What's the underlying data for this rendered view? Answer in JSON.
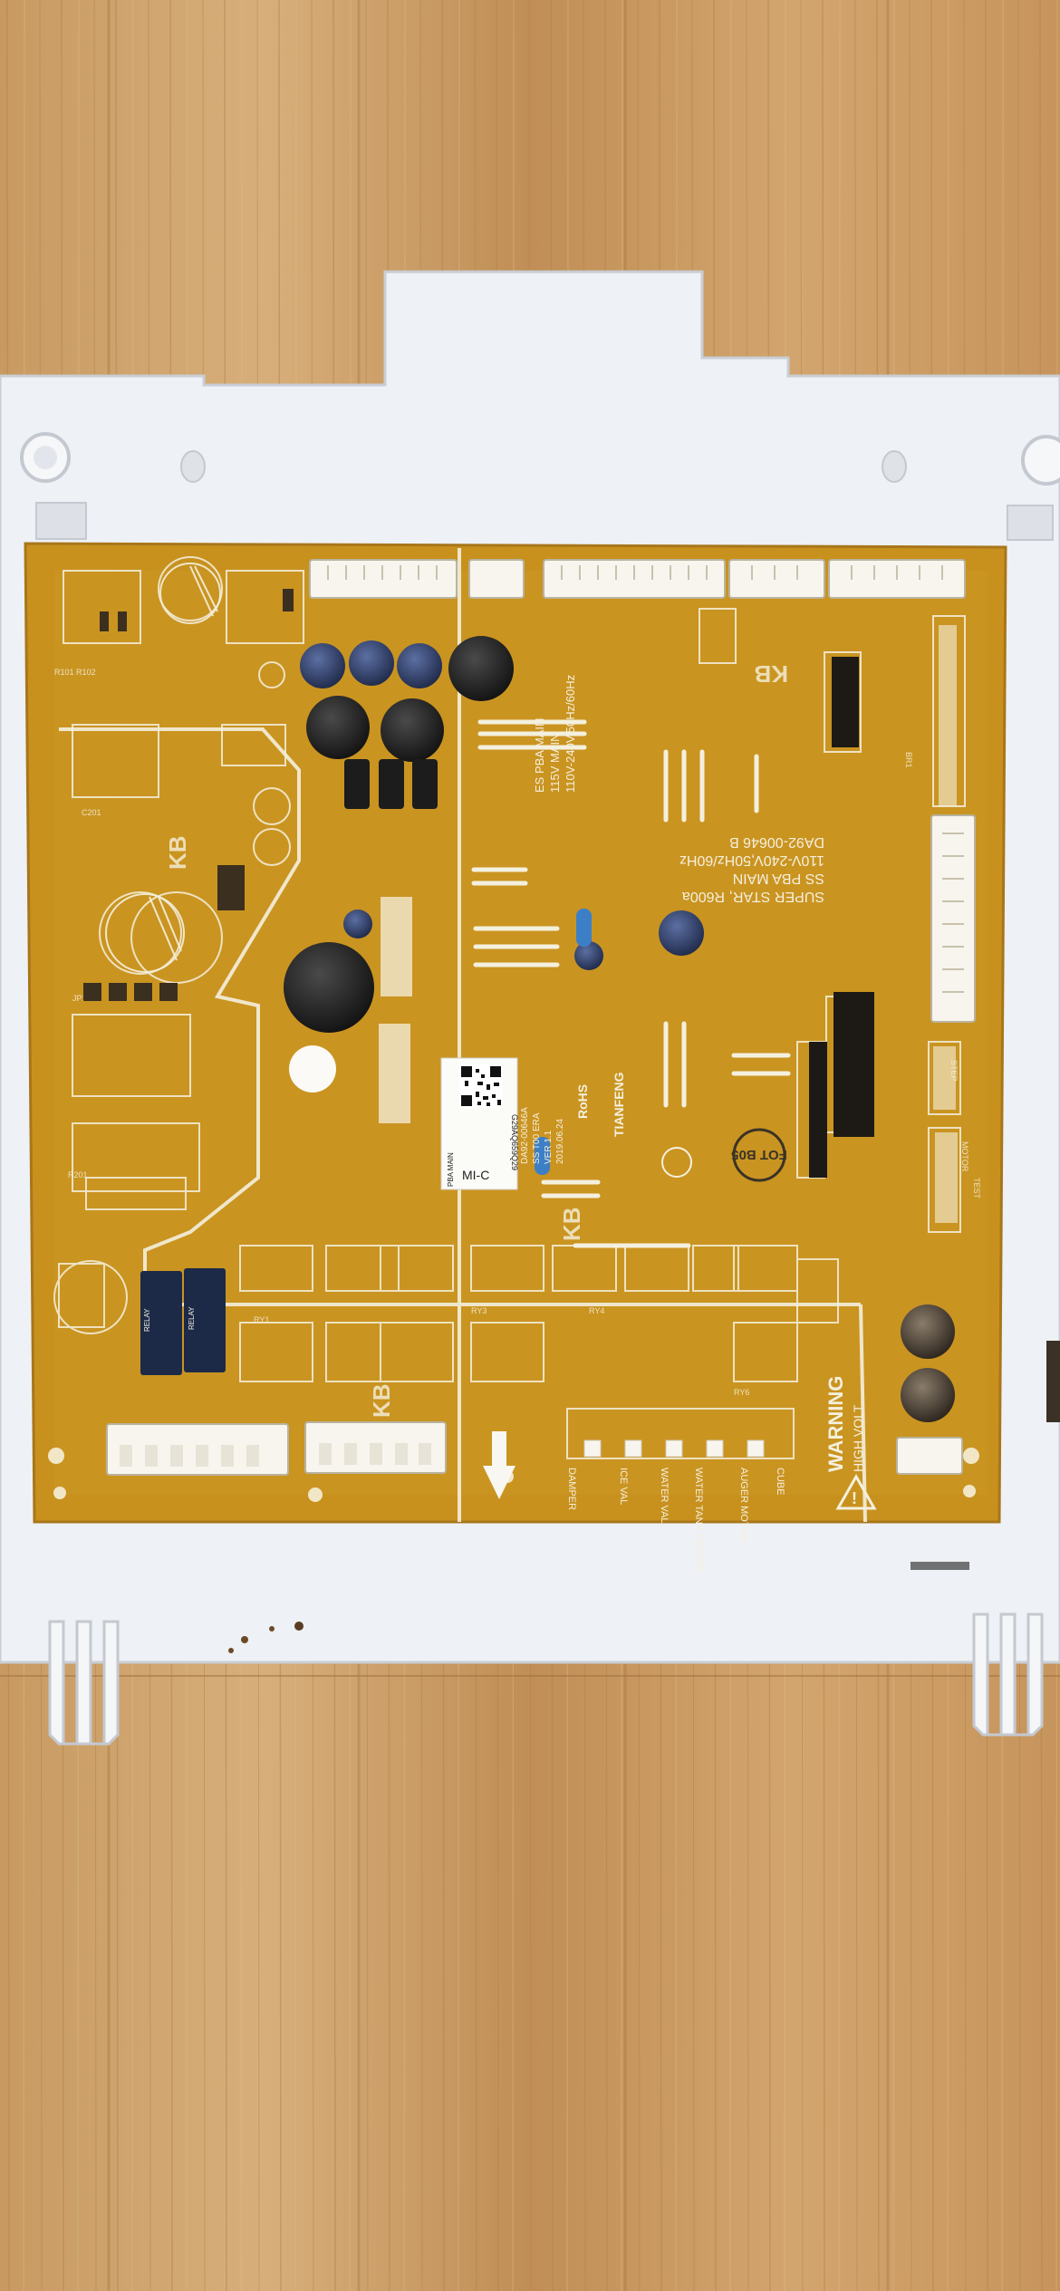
{
  "board": {
    "model_text": [
      "SUPER STAR, R600a",
      "SS PBA MAIN",
      "110V-240V,50Hz/60Hz",
      "DA92-00646 B"
    ],
    "model_text_alt": [
      "ES PBA MAIN",
      "115V MAIN",
      "110V-240V,50Hz/60Hz"
    ],
    "sticker": {
      "lines": [
        "PBA MAIN",
        "DA92-00646A",
        "SS T00 ERA",
        "VER 1.1",
        "2019.06.24"
      ],
      "serial": "G29AQ659Q29",
      "code": "MI-C"
    },
    "marking_kb": "KB",
    "fot_badge": "FOT B05",
    "rohs_text": "RoHS",
    "tianfeng_text": "TIANFENG",
    "warning": {
      "title": "WARNING",
      "subtitle": "HIGH VOLT."
    },
    "connector_labels_bottom": [
      "DAMPER",
      "ICE VAL",
      "WATER VAL",
      "WATER TANK HEATER",
      "AUGER MOTOR",
      "CUBE"
    ]
  },
  "colors": {
    "wood": "#c79a63",
    "wood_dark": "#a87a46",
    "tray": "#eceff3",
    "pcb": "#c9921f",
    "pcb_light": "#d7a737",
    "silk": "#f4f0de",
    "connector": "#f7f5ee",
    "cap_blue": "#2d3b66",
    "cap_black": "#1a1a1a"
  }
}
